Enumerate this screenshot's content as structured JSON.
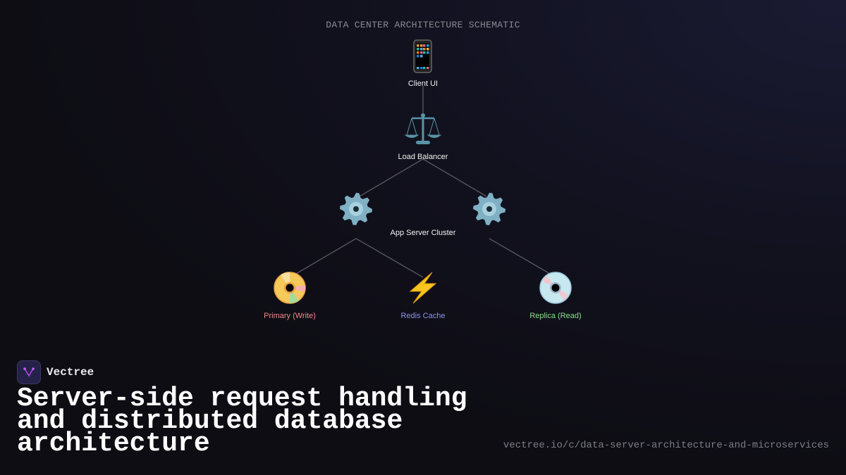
{
  "diagram": {
    "title": "DATA CENTER ARCHITECTURE SCHEMATIC",
    "nodes": {
      "client": {
        "label": "Client UI",
        "icon": "mobile-phone-icon"
      },
      "load_balancer": {
        "label": "Load Balancer",
        "icon": "balance-scale-icon"
      },
      "app_cluster": {
        "label": "App Server Cluster",
        "icon": "gear-icon"
      },
      "primary": {
        "label": "Primary (Write)",
        "icon": "dvd-icon",
        "color": "#f08a8a"
      },
      "redis": {
        "label": "Redis Cache",
        "icon": "lightning-icon",
        "color": "#8f8ff0"
      },
      "replica": {
        "label": "Replica (Read)",
        "icon": "cd-icon",
        "color": "#8ae08a"
      }
    }
  },
  "brand": {
    "name": "Vectree",
    "accent": "#b04adf"
  },
  "headline": "Server-side request handling and distributed database architecture",
  "url": "vectree.io/c/data-server-architecture-and-microservices"
}
